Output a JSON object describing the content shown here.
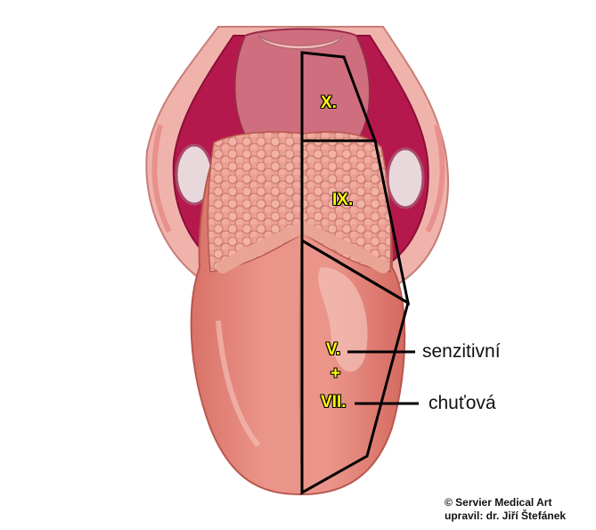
{
  "regions": {
    "x": "X.",
    "ix": "IX.",
    "v": "V.",
    "plus": "+",
    "vii": "VII."
  },
  "labels": {
    "sensory": "senzitivní",
    "taste": "chuťová"
  },
  "credits": {
    "line1": "© Servier Medical Art",
    "line2": "upravil: dr. Jiří Štefánek"
  },
  "colors": {
    "tongue": "#e58a80",
    "tongue_light": "#f2aaa0",
    "pharynx": "#b0154a",
    "palate": "#f3b6b0",
    "tonsil": "#e8d8dc",
    "region_text": "#ffff00",
    "outline": "#000000"
  }
}
